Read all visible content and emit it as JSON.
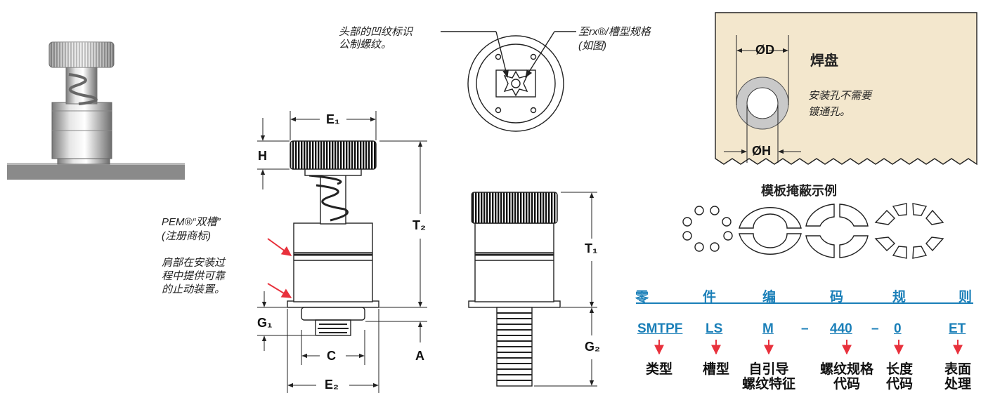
{
  "callouts": {
    "head_marking_line1": "头部的凹纹标识",
    "head_marking_line2": "公制螺纹。",
    "recess_line1": "至rx®/槽型规格",
    "recess_line2": "(如图)",
    "pem_line1": "PEM®“双槽”",
    "pem_line2": "(注册商标)",
    "shoulder_line1": "肩部在安装过",
    "shoulder_line2": "程中提供可靠",
    "shoulder_line3": "的止动装置。"
  },
  "dimensions": {
    "E1": "E₁",
    "E2": "E₂",
    "H": "H",
    "T2": "T₂",
    "T1": "T₁",
    "G1": "G₁",
    "G2": "G₂",
    "C": "C",
    "A": "A"
  },
  "pad": {
    "dia_d": "ØD",
    "dia_h": "ØH",
    "pad_label": "焊盘",
    "note_line1": "安装孔不需要",
    "note_line2": "镀通孔。"
  },
  "stencil": {
    "title": "模板掩蔽示例"
  },
  "part_number": {
    "title_chars": [
      "零",
      "件",
      "编",
      "码",
      "规",
      "则"
    ],
    "codes": [
      "SMTPF",
      "LS",
      "M",
      "–",
      "440",
      "–",
      "0",
      "ET"
    ],
    "labels": [
      [
        "类型",
        ""
      ],
      [
        "槽型",
        ""
      ],
      [
        "自引导",
        "螺纹特征"
      ],
      [
        "螺纹规格",
        "代码"
      ],
      [
        "长度",
        "代码"
      ],
      [
        "表面",
        "处理"
      ]
    ]
  },
  "colors": {
    "accent_blue": "#1a7fb8",
    "arrow_red": "#e8313c",
    "pad_fill": "#f3e7cd"
  }
}
